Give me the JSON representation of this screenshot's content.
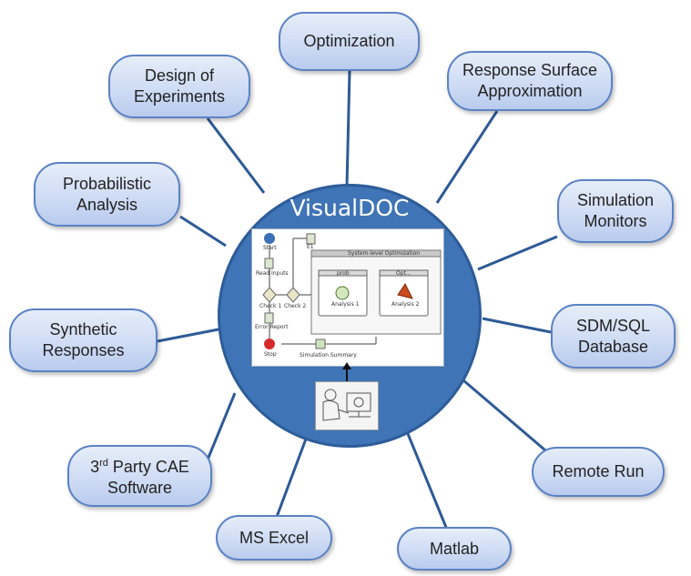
{
  "hub": {
    "title": "VisualDOC",
    "workflow": {
      "start": "Start",
      "read_inputs": "Read Inputs",
      "check1": "Check 1",
      "check2": "Check 2",
      "error_report": "Error Report",
      "stop": "Stop",
      "e1": "E1",
      "system_opt": "System-level Optimization",
      "prob": "prob",
      "opt": "Opt...",
      "analysis1": "Analysis 1",
      "analysis2": "Analysis 2",
      "sim_summary": "Simulation Summary"
    }
  },
  "nodes": {
    "optimization": "Optimization",
    "doe": "Design of\nExperiments",
    "rsa": "Response Surface\nApproximation",
    "probabilistic": "Probabilistic\nAnalysis",
    "sim_monitors": "Simulation\nMonitors",
    "synthetic": "Synthetic\nResponses",
    "sdm": "SDM/SQL\nDatabase",
    "cae_3": "3",
    "cae_sup": "rd",
    "cae_rest": " Party CAE\nSoftware",
    "remote": "Remote Run",
    "excel": "MS Excel",
    "matlab": "Matlab"
  },
  "colors": {
    "hub": "#3f74b6",
    "node_border": "#5b82c4",
    "spoke": "#2e5a96"
  }
}
